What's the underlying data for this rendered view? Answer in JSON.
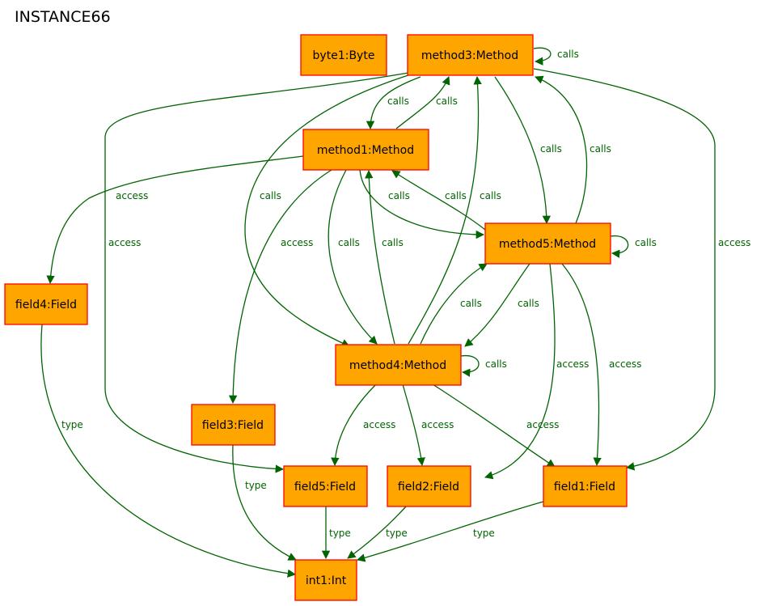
{
  "title": "INSTANCE66",
  "colors": {
    "node_fill": "#FFA500",
    "node_border": "#FF0000",
    "edge": "#006400"
  },
  "nodes": {
    "byte1": "byte1:Byte",
    "method3": "method3:Method",
    "method1": "method1:Method",
    "method5": "method5:Method",
    "method4": "method4:Method",
    "field4": "field4:Field",
    "field3": "field3:Field",
    "field5": "field5:Field",
    "field2": "field2:Field",
    "field1": "field1:Field",
    "int1": "int1:Int"
  },
  "edges": [
    {
      "from": "method3",
      "to": "method3",
      "label": "calls"
    },
    {
      "from": "method3",
      "to": "method1",
      "label": "calls"
    },
    {
      "from": "method1",
      "to": "method3",
      "label": "calls"
    },
    {
      "from": "method3",
      "to": "method5",
      "label": "calls"
    },
    {
      "from": "method5",
      "to": "method3",
      "label": "calls"
    },
    {
      "from": "method3",
      "to": "method4",
      "label": "calls"
    },
    {
      "from": "method3",
      "to": "field5",
      "label": "access"
    },
    {
      "from": "method3",
      "to": "field1",
      "label": "access"
    },
    {
      "from": "method1",
      "to": "field4",
      "label": "access"
    },
    {
      "from": "method1",
      "to": "field3",
      "label": "access"
    },
    {
      "from": "method1",
      "to": "method4",
      "label": "calls"
    },
    {
      "from": "method1",
      "to": "method5",
      "label": "calls"
    },
    {
      "from": "method5",
      "to": "method1",
      "label": "calls"
    },
    {
      "from": "method4",
      "to": "method1",
      "label": "calls"
    },
    {
      "from": "method4",
      "to": "method3",
      "label": "calls"
    },
    {
      "from": "method5",
      "to": "method5",
      "label": "calls"
    },
    {
      "from": "method4",
      "to": "method5",
      "label": "calls"
    },
    {
      "from": "method5",
      "to": "method4",
      "label": "calls"
    },
    {
      "from": "method5",
      "to": "field2",
      "label": "access"
    },
    {
      "from": "method5",
      "to": "field1",
      "label": "access"
    },
    {
      "from": "method4",
      "to": "method4",
      "label": "calls"
    },
    {
      "from": "method4",
      "to": "field5",
      "label": "access"
    },
    {
      "from": "method4",
      "to": "field2",
      "label": "access"
    },
    {
      "from": "method4",
      "to": "field1",
      "label": "access"
    },
    {
      "from": "field4",
      "to": "int1",
      "label": "type"
    },
    {
      "from": "field3",
      "to": "int1",
      "label": "type"
    },
    {
      "from": "field5",
      "to": "int1",
      "label": "type"
    },
    {
      "from": "field2",
      "to": "int1",
      "label": "type"
    },
    {
      "from": "field1",
      "to": "int1",
      "label": "type"
    }
  ]
}
